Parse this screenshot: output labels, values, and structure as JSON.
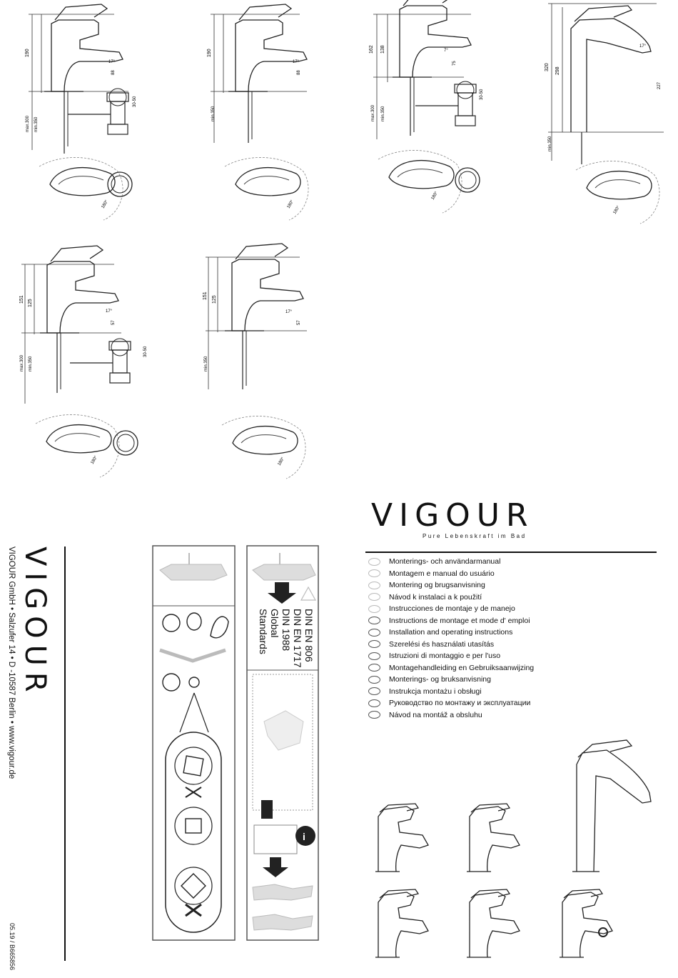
{
  "brand": {
    "logo": "VIGOUR",
    "tagline": "Pure Lebenskraft im Bad"
  },
  "languages": [
    "Monterings- och användarmanual",
    "Montagem e manual do usuário",
    "Montering og brugsanvisning",
    "Návod k instalaci a k použití",
    "Instrucciones de montaje y de manejo",
    "Instructions de montage et mode d' emploi",
    "Installation and operating instructions",
    "Szerelési és használati utasítás",
    "Istruzioni di montaggio e per l'uso",
    "Montagehandleiding en Gebruiksaanwijzing",
    "Monterings- og bruksanvisning",
    "Instrukcja montażu i obsługi",
    "Руководство по монтажу и эксплуатации",
    "Návod na montáž a obsluhu"
  ],
  "company": {
    "logo": "VIGOUR",
    "address": "VIGOUR GmbH • Salzufer 14 • D -10587 Berlin • www.vigour.de",
    "doc_code": "05.19 / B665856"
  },
  "standards": {
    "line1": "DIN EN 806",
    "line2": "DIN EN 1717",
    "line3": "DIN 1988",
    "line4": "Global",
    "line5": "Standards"
  },
  "info_badge": "i",
  "drawings": {
    "d1": {
      "h_total": "190",
      "h_mid": "88",
      "angle": "17°",
      "min": "min.350",
      "max": "max.300",
      "drain": "30-50",
      "rotation": "180°"
    },
    "d2": {
      "h_total": "190",
      "h_mid": "88",
      "angle": "17°",
      "min": "min.350",
      "rotation": "180°"
    },
    "d3": {
      "h_total": "162",
      "h_inner": "138",
      "h_mid": "75",
      "angle": "7°",
      "min": "min.350",
      "max": "max.300",
      "drain": "30-50",
      "rotation": "180°"
    },
    "d4": {
      "h_total": "320",
      "h_inner": "298",
      "h_mid": "227",
      "angle": "17°",
      "min": "min.350",
      "rotation": "180°"
    },
    "d5": {
      "h_total": "151",
      "h_inner": "125",
      "h_mid": "57",
      "angle": "17°",
      "min": "min.350",
      "max": "max.300",
      "drain": "30-50",
      "rotation": "180°"
    },
    "d6": {
      "h_total": "151",
      "h_inner": "125",
      "h_mid": "57",
      "angle": "17°",
      "min": "min.350",
      "rotation": "180°"
    }
  }
}
